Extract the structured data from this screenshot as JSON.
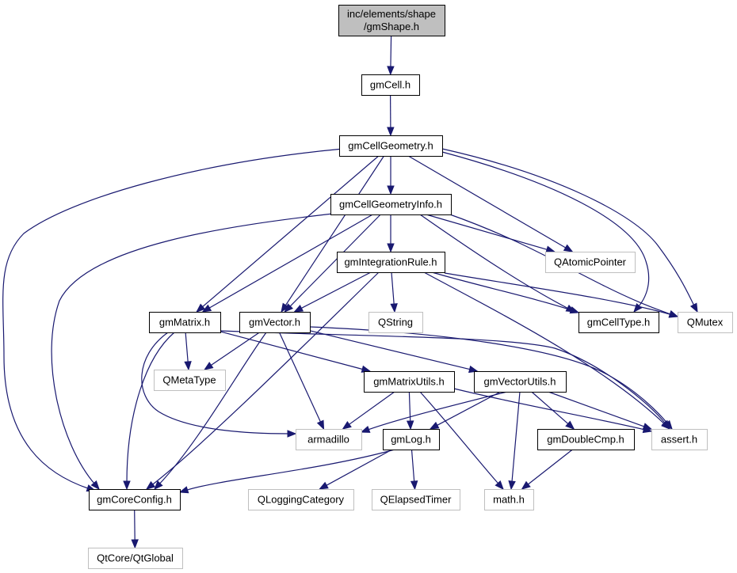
{
  "graph": {
    "nodes": [
      {
        "id": "gmShape",
        "lines": [
          "inc/elements/shape",
          "/gmShape.h"
        ],
        "style": "root"
      },
      {
        "id": "gmCell",
        "lines": [
          "gmCell.h"
        ],
        "style": "primary"
      },
      {
        "id": "gmCellGeometry",
        "lines": [
          "gmCellGeometry.h"
        ],
        "style": "primary"
      },
      {
        "id": "gmCellGeometryInfo",
        "lines": [
          "gmCellGeometryInfo.h"
        ],
        "style": "primary"
      },
      {
        "id": "gmIntegrationRule",
        "lines": [
          "gmIntegrationRule.h"
        ],
        "style": "primary"
      },
      {
        "id": "QAtomicPointer",
        "lines": [
          "QAtomicPointer"
        ],
        "style": "external"
      },
      {
        "id": "gmMatrix",
        "lines": [
          "gmMatrix.h"
        ],
        "style": "primary"
      },
      {
        "id": "gmVector",
        "lines": [
          "gmVector.h"
        ],
        "style": "primary"
      },
      {
        "id": "QString",
        "lines": [
          "QString"
        ],
        "style": "external"
      },
      {
        "id": "gmCellType",
        "lines": [
          "gmCellType.h"
        ],
        "style": "primary"
      },
      {
        "id": "QMutex",
        "lines": [
          "QMutex"
        ],
        "style": "external"
      },
      {
        "id": "QMetaType",
        "lines": [
          "QMetaType"
        ],
        "style": "external"
      },
      {
        "id": "gmMatrixUtils",
        "lines": [
          "gmMatrixUtils.h"
        ],
        "style": "primary"
      },
      {
        "id": "gmVectorUtils",
        "lines": [
          "gmVectorUtils.h"
        ],
        "style": "primary"
      },
      {
        "id": "armadillo",
        "lines": [
          "armadillo"
        ],
        "style": "external"
      },
      {
        "id": "gmLog",
        "lines": [
          "gmLog.h"
        ],
        "style": "primary"
      },
      {
        "id": "gmDoubleCmp",
        "lines": [
          "gmDoubleCmp.h"
        ],
        "style": "primary"
      },
      {
        "id": "assert",
        "lines": [
          "assert.h"
        ],
        "style": "external"
      },
      {
        "id": "gmCoreConfig",
        "lines": [
          "gmCoreConfig.h"
        ],
        "style": "primary"
      },
      {
        "id": "QLoggingCategory",
        "lines": [
          "QLoggingCategory"
        ],
        "style": "external"
      },
      {
        "id": "QElapsedTimer",
        "lines": [
          "QElapsedTimer"
        ],
        "style": "external"
      },
      {
        "id": "math",
        "lines": [
          "math.h"
        ],
        "style": "external"
      },
      {
        "id": "QtGlobal",
        "lines": [
          "QtCore/QtGlobal"
        ],
        "style": "external"
      }
    ],
    "edges": [
      [
        "gmShape",
        "gmCell"
      ],
      [
        "gmCell",
        "gmCellGeometry"
      ],
      [
        "gmCellGeometry",
        "gmCellGeometryInfo"
      ],
      [
        "gmCellGeometry",
        "QAtomicPointer"
      ],
      [
        "gmCellGeometry",
        "gmMatrix"
      ],
      [
        "gmCellGeometry",
        "gmVector"
      ],
      [
        "gmCellGeometry",
        "gmCellType"
      ],
      [
        "gmCellGeometry",
        "QMutex"
      ],
      [
        "gmCellGeometry",
        "gmCoreConfig"
      ],
      [
        "gmCellGeometryInfo",
        "gmIntegrationRule"
      ],
      [
        "gmCellGeometryInfo",
        "QAtomicPointer"
      ],
      [
        "gmCellGeometryInfo",
        "gmMatrix"
      ],
      [
        "gmCellGeometryInfo",
        "gmVector"
      ],
      [
        "gmCellGeometryInfo",
        "gmCellType"
      ],
      [
        "gmCellGeometryInfo",
        "QMutex"
      ],
      [
        "gmCellGeometryInfo",
        "gmCoreConfig"
      ],
      [
        "gmIntegrationRule",
        "gmVector"
      ],
      [
        "gmIntegrationRule",
        "QString"
      ],
      [
        "gmIntegrationRule",
        "gmCellType"
      ],
      [
        "gmIntegrationRule",
        "QMutex"
      ],
      [
        "gmIntegrationRule",
        "assert"
      ],
      [
        "gmIntegrationRule",
        "gmCoreConfig"
      ],
      [
        "gmMatrix",
        "QMetaType"
      ],
      [
        "gmMatrix",
        "gmMatrixUtils"
      ],
      [
        "gmMatrix",
        "armadillo"
      ],
      [
        "gmMatrix",
        "assert"
      ],
      [
        "gmMatrix",
        "gmCoreConfig"
      ],
      [
        "gmVector",
        "QMetaType"
      ],
      [
        "gmVector",
        "gmVectorUtils"
      ],
      [
        "gmVector",
        "armadillo"
      ],
      [
        "gmVector",
        "assert"
      ],
      [
        "gmVector",
        "gmCoreConfig"
      ],
      [
        "gmMatrixUtils",
        "armadillo"
      ],
      [
        "gmMatrixUtils",
        "gmLog"
      ],
      [
        "gmMatrixUtils",
        "assert"
      ],
      [
        "gmMatrixUtils",
        "math"
      ],
      [
        "gmVectorUtils",
        "armadillo"
      ],
      [
        "gmVectorUtils",
        "gmLog"
      ],
      [
        "gmVectorUtils",
        "gmDoubleCmp"
      ],
      [
        "gmVectorUtils",
        "assert"
      ],
      [
        "gmVectorUtils",
        "math"
      ],
      [
        "gmLog",
        "QLoggingCategory"
      ],
      [
        "gmLog",
        "QElapsedTimer"
      ],
      [
        "gmLog",
        "gmCoreConfig"
      ],
      [
        "gmDoubleCmp",
        "math"
      ],
      [
        "gmCoreConfig",
        "QtGlobal"
      ]
    ]
  }
}
